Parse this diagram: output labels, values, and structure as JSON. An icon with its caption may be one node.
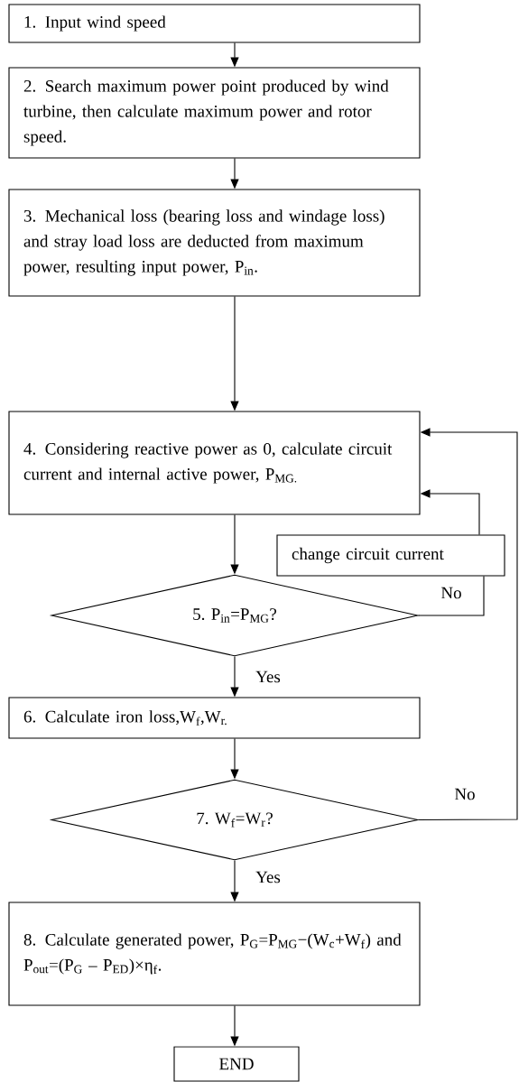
{
  "diagram": {
    "nodes": [
      {
        "text": [
          "1. Input wind speed"
        ]
      },
      {
        "text": [
          "2. Search maximum power point produced by wind turbine, then calculate maximum power and rotor speed."
        ]
      },
      {
        "text": [
          "3. Mechanical loss (bearing loss and windage loss) and stray load loss are deducted from maximum power, resulting input power, P$_{in}$."
        ]
      },
      {
        "text": [
          "4. Considering reactive power as 0, calculate circuit current and internal active power, P$_{MG.}$"
        ]
      },
      {
        "text": [
          "change circuit current"
        ]
      },
      {
        "text": [
          "5. P$_{in}$=P$_{MG}$?"
        ]
      },
      {
        "text": [
          "6. Calculate iron loss,W$_{f}$,W$_{r.}$"
        ]
      },
      {
        "text": [
          "7. W$_{f}$=W$_{r}$?"
        ]
      },
      {
        "text": [
          "8. Calculate generated power, P$_{G}$=P$_{MG}$−(W$_{c}$+W$_{f}$) and P$_{out}$=(P$_{G}$ – P$_{ED}$)×η$_{f}$."
        ]
      },
      {
        "text": [
          "END"
        ]
      }
    ],
    "edges": [
      {
        "from": 0,
        "to": 1,
        "arrow": "to"
      },
      {
        "from": 1,
        "to": 2,
        "arrow": "to"
      },
      {
        "from": 2,
        "to": 3,
        "arrow": "to"
      },
      {
        "from": 3,
        "to": 5,
        "arrow": "to"
      },
      {
        "from": 5,
        "to": 4,
        "arrow": "none",
        "label": "No"
      },
      {
        "from": 4,
        "to": 3,
        "arrow": "to"
      },
      {
        "from": 5,
        "to": 6,
        "arrow": "to",
        "label": "Yes"
      },
      {
        "from": 6,
        "to": 7,
        "arrow": "to"
      },
      {
        "from": 7,
        "to": 3,
        "arrow": "to",
        "label": "No"
      },
      {
        "from": 7,
        "to": 8,
        "arrow": "to",
        "label": "Yes"
      },
      {
        "from": 8,
        "to": 9,
        "arrow": "to"
      }
    ]
  }
}
